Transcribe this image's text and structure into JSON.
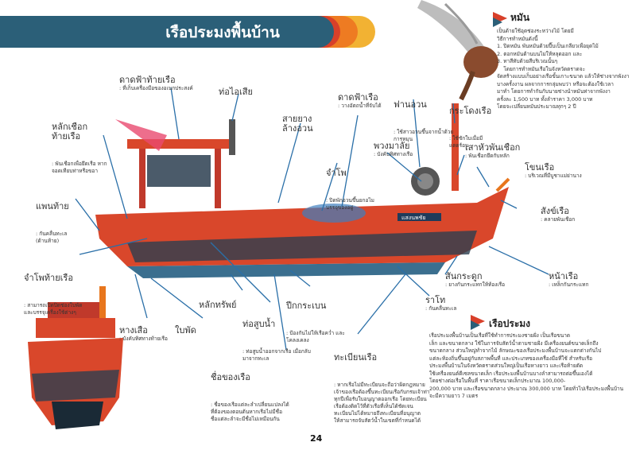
{
  "page_title": "เรือประมงพื้นบ้าน",
  "page_number": "24",
  "colors": {
    "banner": "#2b5f78",
    "hull_red": "#d9472b",
    "leader": "#2a6fa8",
    "accent_orange": "#e8761d"
  },
  "labels": {
    "dad_fa_thai": {
      "title": "ดาดฟ้าท้ายเรือ",
      "desc": ": ที่เก็บเครื่องมือของอเนกประสงค์"
    },
    "tho_ai_sia": {
      "title": "ท่อไอเสีย",
      "desc": ""
    },
    "sai_yang": {
      "title": "สายยาง\nล้างอวน",
      "desc": ""
    },
    "dad_fa_ruea": {
      "title": "ดาดฟ้าเรือ",
      "desc": ": วางอัตถน้ำที่จับได้"
    },
    "fan_uan": {
      "title": "ฟานอวน",
      "desc": ": ใช้สาวอวนขึ้นจากน้ำด้วย\nการหมุน"
    },
    "kradong_ruea": {
      "title": "กระโดงเรือ",
      "desc": ": ใช้ชักใบเมื่อมี\nแดดร้อน"
    },
    "lak_chueak": {
      "title": "หลักเชือก\nท้ายเรือ",
      "desc": ": พันเชือกเพื่อยึดเรือ หาก\nจอดเทียบท่าหรือขอา"
    },
    "phuang_malai": {
      "title": "พวงมาลัย",
      "desc": ": บังคับทิศทางเรือ"
    },
    "sao_hua": {
      "title": "เสาหัวพันเชือก",
      "desc": ": พันเชือกยึดกับหลัก"
    },
    "cham_pho": {
      "title": "จำโพ",
      "desc": ": ปิดพักอวนขึ้นยกอไม\nบรรจุของอยู่"
    },
    "chong_ruea": {
      "title": "โขนเรือ",
      "desc": ": บริเวณที่มีบูชาแม่ย่านาง"
    },
    "phaen_thai": {
      "title": "แพนท้าย",
      "desc": ": กันคลื่นทะเล\n(ด้านท้าย)"
    },
    "sang_ruea": {
      "title": "สังข์เรือ",
      "desc": ": คลายพันเชือก"
    },
    "cham_pho_thai": {
      "title": "จำโพท้ายเรือ",
      "desc": ": สามารถเปิดปิดช่องใบพัด\nและบรรจุเครื่องใช้ต่างๆ"
    },
    "san_kradook": {
      "title": "สันกระดูก",
      "desc": ": ยางกันกระแทกให้ท้องเรือ"
    },
    "na_ruea": {
      "title": "หน้าเรือ",
      "desc": ": เหล็กกันกระแทก"
    },
    "pik_krabon": {
      "title": "ปีกกระเบน",
      "desc": ": ป้องกันไม่ให้เรือคว่ำ และ\nโคลงเคลง"
    },
    "ra_tho": {
      "title": "ราโท",
      "desc": ": กันคลื่นทะเล"
    },
    "lak_sap": {
      "title": "หลักทรัพย์",
      "desc": ""
    },
    "tho_sub_nam": {
      "title": "ท่อสูบน้ำ",
      "desc": ": ท่อสูบน้ำออกจากเรือ เมื่อกลับ\nมาจากทะเล"
    },
    "bai_phat": {
      "title": "ใบพัด",
      "desc": ""
    },
    "hang_suea": {
      "title": "หางเสือ",
      "desc": ": บังคับทิศทางท้ายเรือ"
    },
    "chue_ruea": {
      "title": "ชื่อของเรือ",
      "desc": ": ชื่อของเรือแต่ละลำเปลี่ยนแปลงได้\nที่ต้องของตอนต้นหากเรือไม่มีชื่อ\nชื่อแต่ละลำจะมีชื่อไม่เหมือนกัน"
    },
    "thabian_ruea": {
      "title": "ทะเบียนเรือ",
      "desc": ": หากเรือไม่มีทะเบียนจะถือว่าผิดกฎหมาย\nเจ้าของเรือต้องขึ้นทะเบียนเรือกับกรมเจ้าท่า\nทุกปีเพื่อรับใบอนุญาตออกเรือ โดยทะเบียน\nเรือต้องติดไว้ที่ตัวเรือที่เห็นได้ชัดเจน\nทะเบียนไม่ได้หมายถึงทะเบียนที่อนุญาต\nให้สามารถจับสัตว์น้ำในเขตที่กำหนดได้"
    }
  },
  "hook_section": {
    "title": "หมัน",
    "body": "เป็นด้ายใช้อุดช่องระหว่างไม้ โดยมี\nวิธีการทำหมันดังนี้\n1. ปิดหมัน พันหมันด้วยปี๊บเป็นเกลียวเพื่อยุดไม้\n2. ตอกหมันด้านบนไม่ให้หลุดออก และ\n3. ทาสีทับด้วยสีบริเวณนั้นๆ\n    โดยการทำหมันเรือในจังหวัดตราดจะ\nจัดสร้างแบบเก็บอย่างเรือขั้นเกาะขนาด แล้วให้ช่างจากพังงา\nบางครั้งงาน ผลจากการกลุ่มพบว่า หรือจะต้องใช้เวลา\nมาทำ โดยการทำกันกับนายช่างนำหมันท่าจากพังงา\nครั้งละ 1,500 บาท ทั้งลำราคา 3,000 บาท\nโดยจะเปลี่ยนหมันประมาณทุกๆ 2 ปี"
  },
  "info_section": {
    "title": "เรือประมง",
    "body": "เรือประมงพื้นบ้านเป็นเรือที่ใช้ทำการประมงชายฝั่ง เป็นเรือขนาด\nเล็ก และขนาดกลาง ใช้ในการจับสัตว์น้ำตามชายฝั่ง มีเครื่องยนต์ขนาดเล็กถึง\nขนาดกลาง ส่วนใหญ่ทำจากไม้ ลักษณะของเรือประมงพื้นบ้านจะแตกต่างกันไป\nแต่ละท้องถิ่นขึ้นอยู่กับสภาพพื้นที่ และประเภทของเครื่องมือที่ใช้ สำหรับเรือ\nประมงพื้นบ้านในจังหวัดตราดส่วนใหญ่เป็นเรือหางยาว และเรือท้ายตัด\nใช้เครื่องยนต์ดีเซลขนาดเล็ก เรือประมงพื้นบ้านบางลำสามารถต่อขึ้นเองได้\nโดยช่างต่อเรือในพื้นที่ ราคาเรือขนาดเล็กประมาณ 100,000-\n200,000 บาท และเรือขนาดกลาง ประมาณ 300,000 บาท โดยทั่วไปเรือประมงพื้นบ้าน\nจะมีความยาว 7 เมตร"
  },
  "boat_hull_text": "แสงนพชัย"
}
